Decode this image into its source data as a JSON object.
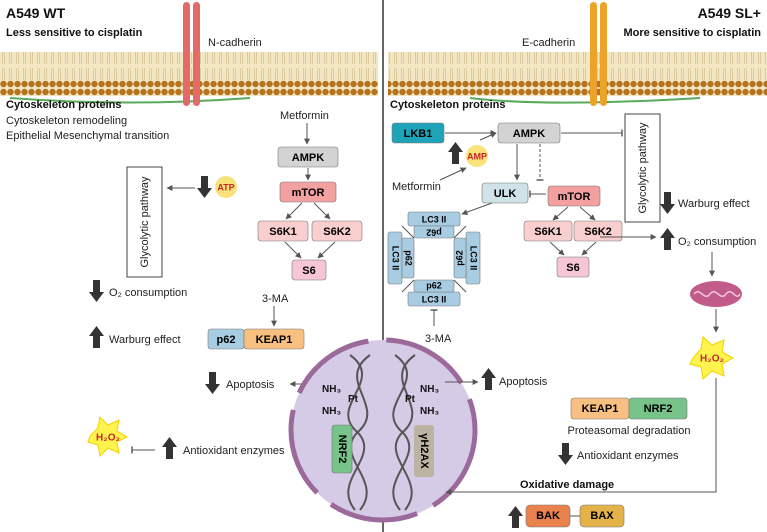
{
  "left": {
    "title": "A549 WT",
    "subtitle": "Less sensitive to cisplatin",
    "membrane_label": "N-cadherin",
    "cytoskeleton_title": "Cytoskeleton proteins",
    "cytoskeleton_items": [
      "Cytoskeleton remodeling",
      "Epithelial Mesenchymal transition"
    ],
    "metformin": "Metformin",
    "ampk": "AMPK",
    "mtor": "mTOR",
    "s6k1": "S6K1",
    "s6k2": "S6K2",
    "s6": "S6",
    "atp": "ATP",
    "glycolytic": "Glycolytic pathway",
    "o2": "O₂ consumption",
    "warburg": "Warburg effect",
    "three_ma": "3-MA",
    "p62": "p62",
    "keap1": "KEAP1",
    "apoptosis": "Apoptosis",
    "antioxidant": "Antioxidant enzymes",
    "h2o2": "H₂O₂"
  },
  "right": {
    "title": "A549 SL+",
    "subtitle": "More sensitive to cisplatin",
    "membrane_label": "E-cadherin",
    "cytoskeleton_title": "Cytoskeleton proteins",
    "lkb1": "LKB1",
    "ampk": "AMPK",
    "amp": "AMP",
    "metformin": "Metformin",
    "ulk": "ULK",
    "mtor": "mTOR",
    "s6k1": "S6K1",
    "s6k2": "S6K2",
    "s6": "S6",
    "glycolytic": "Glycolytic pathway",
    "warburg": "Warburg effect",
    "o2": "O₂ consumption",
    "h2o2": "H₂O₂",
    "lc3": "LC3 II",
    "p62": "p62",
    "three_ma": "3-MA",
    "apoptosis": "Apoptosis",
    "keap1": "KEAP1",
    "nrf2": "NRF2",
    "proteasomal": "Proteasomal degradation",
    "antioxidant": "Antioxidant enzymes",
    "oxidative": "Oxidative damage",
    "bak": "BAK",
    "bax": "BAX"
  },
  "nucleus": {
    "nh3": "NH₃",
    "pt": "Pt",
    "nrf2": "NRF2",
    "gh2ax": "γH2AX"
  },
  "colors": {
    "ampk": "#d3d3d3",
    "mtor": "#f2a0a0",
    "s6k": "#f9cece",
    "s6": "#f7c6d6",
    "lkb1": "#1fa3b8",
    "ulk": "#cfe3e8",
    "p62": "#a8cde3",
    "keap1": "#f8c080",
    "nrf2": "#77c38a",
    "bak": "#e9824d",
    "bax": "#e3b248",
    "nucleus": "#d6cbe6",
    "nucleus_border": "#9b6a9b",
    "ncadherin": "#e46a6a",
    "ecadherin": "#eca32a"
  }
}
